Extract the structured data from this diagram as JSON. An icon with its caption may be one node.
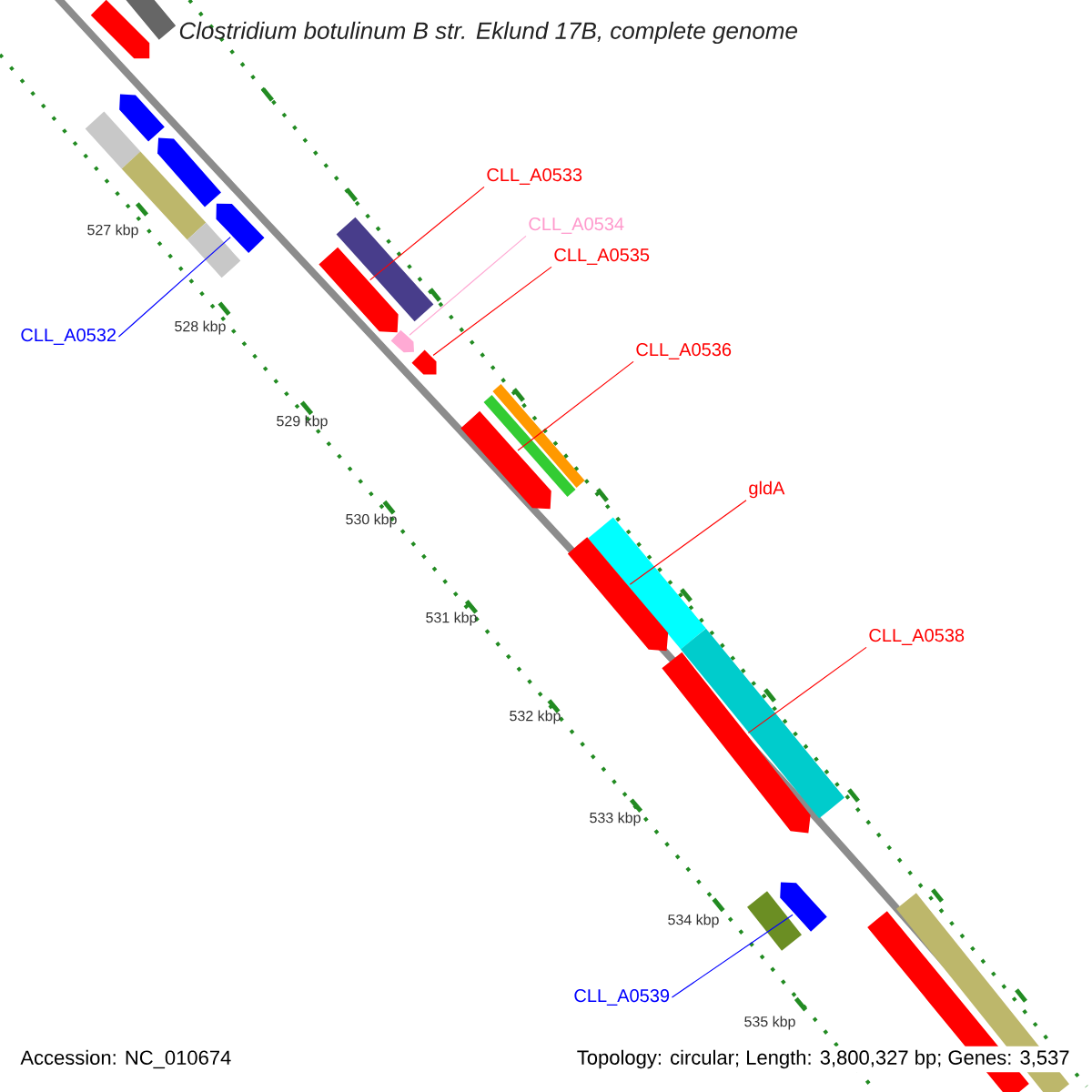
{
  "diagram": {
    "title": "Clostridium botulinum B str. Eklund 17B, complete genome",
    "nodes": [
      {
        "text": [
          "CLL_A0533"
        ]
      },
      {
        "text": [
          "CLL_A0534"
        ]
      },
      {
        "text": [
          "CLL_A0535"
        ]
      },
      {
        "text": [
          "CLL_A0536"
        ]
      },
      {
        "text": [
          "gldA"
        ]
      },
      {
        "text": [
          "CLL_A0538"
        ]
      },
      {
        "text": [
          "CLL_A0532"
        ]
      },
      {
        "text": [
          "CLL_A0539"
        ]
      },
      {
        "text": [],
        "shape": "arrow"
      },
      {
        "text": [],
        "shape": "arrow"
      },
      {
        "text": [],
        "shape": "arrow"
      },
      {
        "text": [],
        "shape": "arrow"
      },
      {
        "text": [],
        "shape": "arrow"
      },
      {
        "text": [],
        "shape": "arrow"
      },
      {
        "text": [],
        "shape": "arrow"
      },
      {
        "text": [],
        "shape": "arrow"
      },
      {
        "text": [],
        "shape": "arrow"
      },
      {
        "text": [],
        "shape": "arrow"
      },
      {
        "text": [],
        "shape": "arrow"
      },
      {
        "text": [],
        "shape": "arrow"
      },
      {
        "text": [],
        "shape": "arrow"
      },
      {
        "text": [],
        "shape": "arrow"
      },
      {
        "text": [],
        "shape": "arrow"
      },
      {
        "text": [],
        "shape": "arrow"
      },
      {
        "text": [],
        "shape": "arrow"
      },
      {
        "text": [],
        "shape": "arrow"
      },
      {
        "text": [],
        "shape": "arrow"
      },
      {
        "text": [],
        "shape": "arrow"
      },
      {
        "text": [],
        "shape": "arrow"
      },
      {
        "text": [],
        "shape": "arrow"
      },
      {
        "text": [],
        "shape": "arrow"
      }
    ],
    "edges": [
      {
        "from": 0,
        "to": 17,
        "arrow": "none"
      },
      {
        "from": 1,
        "to": 18,
        "arrow": "none",
        "color": "#ffaad4"
      },
      {
        "from": 2,
        "to": 19,
        "arrow": "none"
      },
      {
        "from": 3,
        "to": 22,
        "arrow": "none"
      },
      {
        "from": 4,
        "to": 24,
        "arrow": "none"
      },
      {
        "from": 5,
        "to": 26,
        "arrow": "none"
      },
      {
        "from": 6,
        "to": 14,
        "arrow": "none",
        "color": "#0000ff"
      },
      {
        "from": 7,
        "to": 27,
        "arrow": "none",
        "color": "#0000ff"
      }
    ],
    "labels": [
      "527 kbp",
      "528 kbp",
      "529 kbp",
      "530 kbp",
      "531 kbp",
      "532 kbp",
      "533 kbp",
      "534 kbp",
      "535 kbp",
      "Accession: NC_010674",
      "Topology: circular; Length: 3,800,327 bp; Genes: 3,537"
    ]
  }
}
